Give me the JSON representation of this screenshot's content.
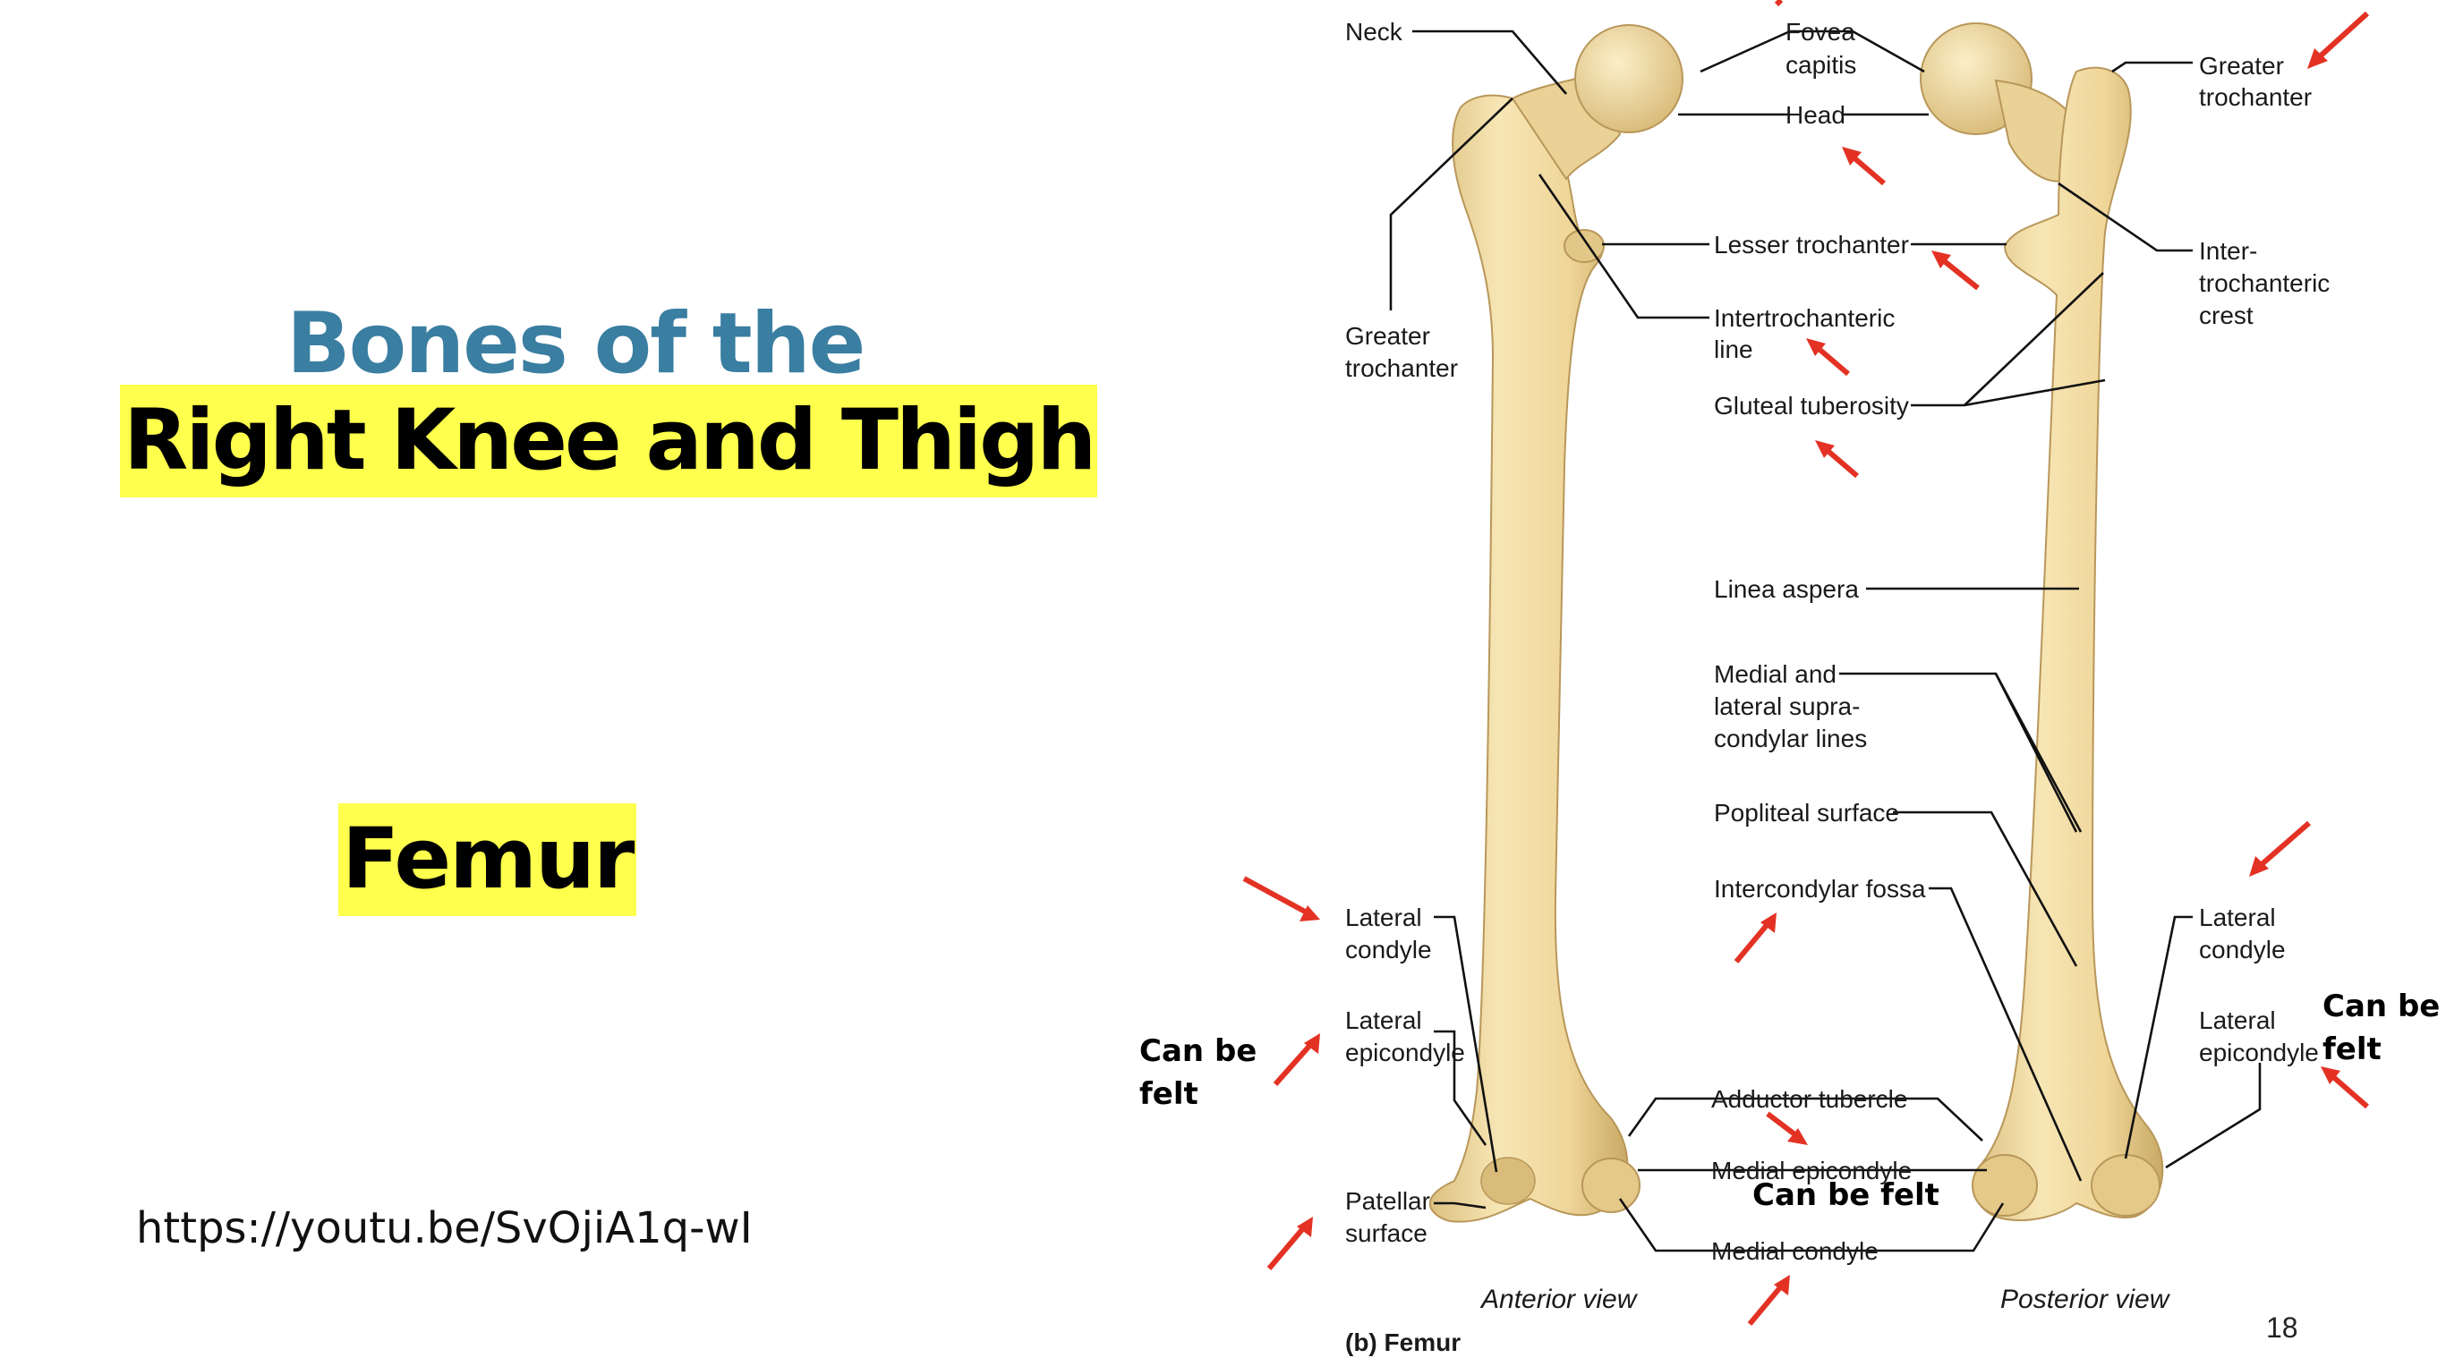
{
  "slide": {
    "title_line1": "Bones of the",
    "title_line2": "Right Knee and Thigh",
    "subject": "Femur",
    "url": "https://youtu.be/SvOjiA1q-wI",
    "page_number": "18"
  },
  "diagram": {
    "caption": "(b) Femur",
    "anterior_view": "Anterior view",
    "posterior_view": "Posterior view",
    "labels": {
      "neck": "Neck",
      "fovea_1": "Fovea",
      "fovea_2": "capitis",
      "head": "Head",
      "greater_trochanter_post_1": "Greater",
      "greater_trochanter_post_2": "trochanter",
      "greater_trochanter_ant_1": "Greater",
      "greater_trochanter_ant_2": "trochanter",
      "lesser_trochanter": "Lesser trochanter",
      "intertrochanteric_line_1": "Intertrochanteric",
      "intertrochanteric_line_2": "line",
      "intertrochanteric_crest_1": "Inter-",
      "intertrochanteric_crest_2": "trochanteric",
      "intertrochanteric_crest_3": "crest",
      "gluteal_tuberosity": "Gluteal tuberosity",
      "linea_aspera": "Linea aspera",
      "supracondylar_1": "Medial and",
      "supracondylar_2": "lateral supra-",
      "supracondylar_3": "condylar lines",
      "popliteal_surface": "Popliteal surface",
      "intercondylar_fossa": "Intercondylar fossa",
      "lateral_condyle_ant_1": "Lateral",
      "lateral_condyle_ant_2": "condyle",
      "lateral_epicondyle_ant_1": "Lateral",
      "lateral_epicondyle_ant_2": "epicondyle",
      "patellar_surface_1": "Patellar",
      "patellar_surface_2": "surface",
      "adductor_tubercle": "Adductor tubercle",
      "medial_epicondyle": "Medial epicondyle",
      "medial_condyle": "Medial condyle",
      "lateral_condyle_post_1": "Lateral",
      "lateral_condyle_post_2": "condyle",
      "lateral_epicondyle_post_1": "Lateral",
      "lateral_epicondyle_post_2": "epicondyle"
    },
    "annotations": {
      "felt_left_1": "Can be",
      "felt_left_2": "felt",
      "felt_right_1": "Can be",
      "felt_right_2": "felt",
      "felt_center": "Can be felt"
    },
    "colors": {
      "bone": "#f0dca0",
      "bone_shadow": "#d2b574",
      "arrow": "#e33224",
      "highlight": "#ffff4d",
      "title": "#3a7ea1"
    }
  }
}
